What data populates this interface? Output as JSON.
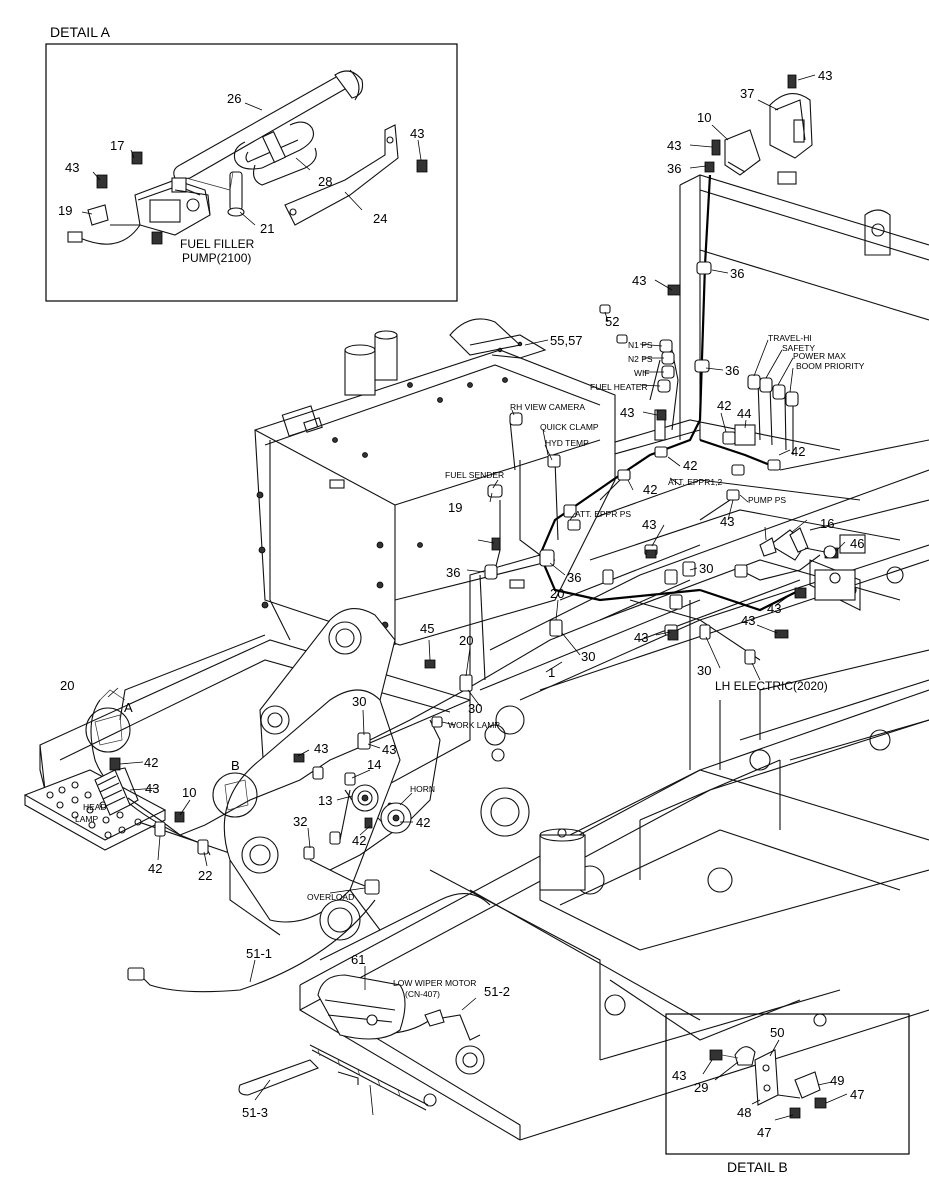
{
  "details": {
    "a_title": "DETAIL  A",
    "b_title": "DETAIL  B",
    "marker_a": "A",
    "marker_b": "B"
  },
  "detail_a_callouts": [
    "26",
    "17",
    "43",
    "43",
    "19",
    "28",
    "24",
    "21"
  ],
  "detail_a_labels": [
    "FUEL FILLER",
    "PUMP(2100)"
  ],
  "detail_b_callouts": [
    "50",
    "43",
    "29",
    "49",
    "47",
    "48",
    "47"
  ],
  "main_callouts": [
    "43",
    "37",
    "10",
    "43",
    "36",
    "43",
    "36",
    "52",
    "55,57",
    "36",
    "43",
    "42",
    "44",
    "42",
    "42",
    "42",
    "19",
    "43",
    "43",
    "16",
    "46",
    "36",
    "36",
    "30",
    "20",
    "43",
    "43",
    "30",
    "20",
    "43",
    "30",
    "1",
    "30",
    "45",
    "20",
    "30",
    "43",
    "43",
    "42",
    "10",
    "14",
    "43",
    "13",
    "42",
    "32",
    "42",
    "42",
    "22",
    "51-1",
    "61",
    "51-2",
    "51-3"
  ],
  "main_labels": [
    "N1 PS",
    "N2 PS",
    "WIF",
    "FUEL HEATER",
    "TRAVEL-HI",
    "SAFETY",
    "POWER MAX",
    "BOOM PRIORITY",
    "RH VIEW CAMERA",
    "QUICK CLAMP",
    "HYD TEMP",
    "FUEL SENDER",
    "ATT. EPPR1,2",
    "ATT. EPPR PS",
    "PUMP PS",
    "LH ELECTRIC(2020)",
    "WORK LAMP",
    "HORN",
    "HEAD",
    "LAMP",
    "OVERLOAD",
    "LOW WIPER MOTOR",
    "(CN-407)"
  ]
}
